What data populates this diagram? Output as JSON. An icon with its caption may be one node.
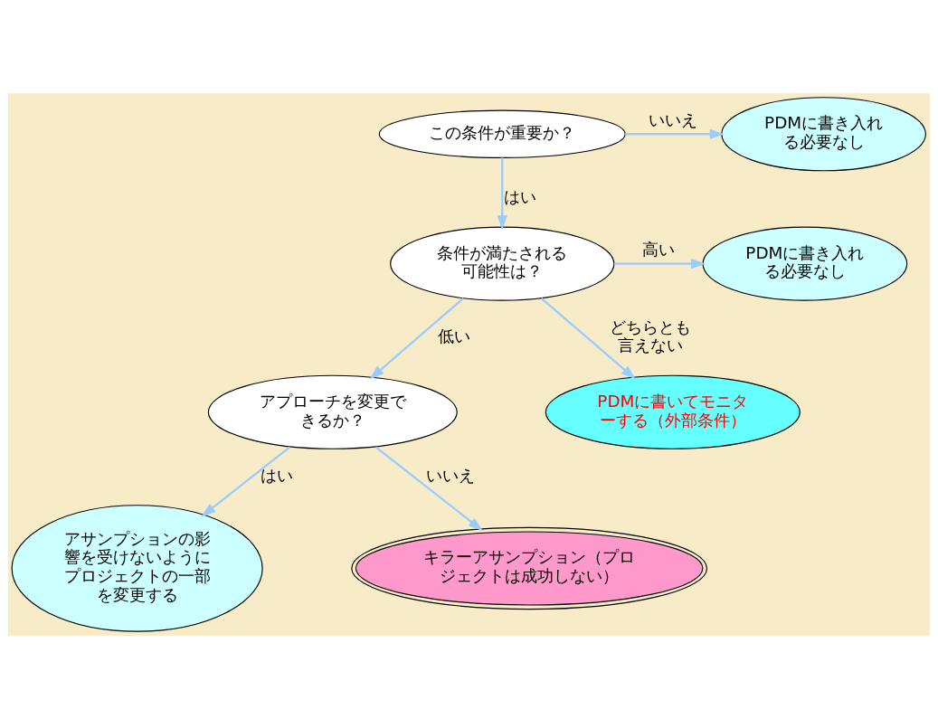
{
  "diagram": {
    "nodes": [
      {
        "text": [
          "この条件が重要か？"
        ]
      },
      {
        "text": [
          "PDMに書き入れる必要なし"
        ]
      },
      {
        "text": [
          "条件が満たされる可能性は？"
        ]
      },
      {
        "text": [
          "PDMに書き入れる必要なし"
        ]
      },
      {
        "text": [
          "PDMに書いてモニターする（外部条件）"
        ]
      },
      {
        "text": [
          "アプローチを変更できるか？"
        ]
      },
      {
        "text": [
          "キラーアサンプション（プロジェクトは成功しない）"
        ]
      },
      {
        "text": [
          "アサンプションの影響を受けないようにプロジェクトの一部を変更する"
        ]
      }
    ],
    "edges": [
      {
        "from": 0,
        "to": 1,
        "arrow": "to",
        "label": "いいえ"
      },
      {
        "from": 0,
        "to": 2,
        "arrow": "to",
        "label": "はい"
      },
      {
        "from": 2,
        "to": 3,
        "arrow": "to",
        "label": "高い"
      },
      {
        "from": 2,
        "to": 4,
        "arrow": "to",
        "label": "どちらとも言えない"
      },
      {
        "from": 2,
        "to": 5,
        "arrow": "to",
        "label": "低い"
      },
      {
        "from": 5,
        "to": 6,
        "arrow": "to",
        "label": "いいえ"
      },
      {
        "from": 5,
        "to": 7,
        "arrow": "to",
        "label": "はい"
      }
    ]
  }
}
